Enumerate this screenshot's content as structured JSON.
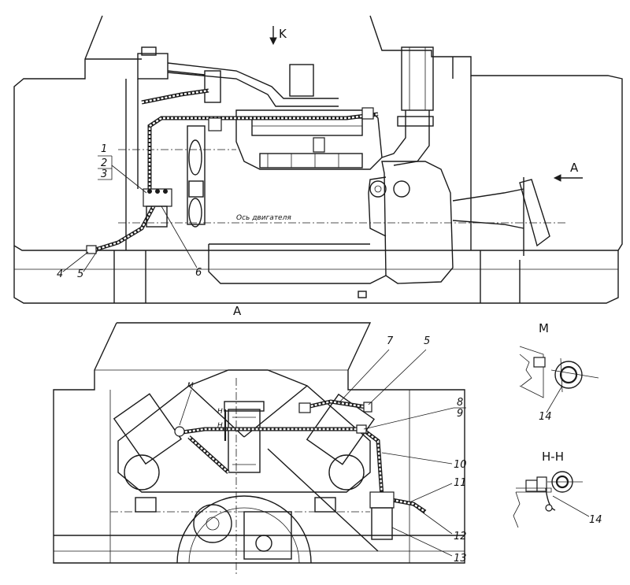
{
  "view_labels": {
    "top_k": "K",
    "arrow_a": "A",
    "view_a": "A",
    "detail_m_top": "M",
    "detail_m_title": "M",
    "section_h_marker_1": "H",
    "section_h_marker_2": "H",
    "section_hh_title": "H-H"
  },
  "annotations": {
    "engine_axis": "Ось двигателя"
  },
  "callouts": {
    "c1": "1",
    "c2": "2",
    "c3": "3",
    "c4": "4",
    "c5_top": "5",
    "c6": "6",
    "c7": "7",
    "c5_bottom": "5",
    "c8": "8",
    "c9": "9",
    "c10": "10",
    "c11": "11",
    "c12": "12",
    "c13": "13",
    "c14_m": "14",
    "c14_hh": "14"
  }
}
